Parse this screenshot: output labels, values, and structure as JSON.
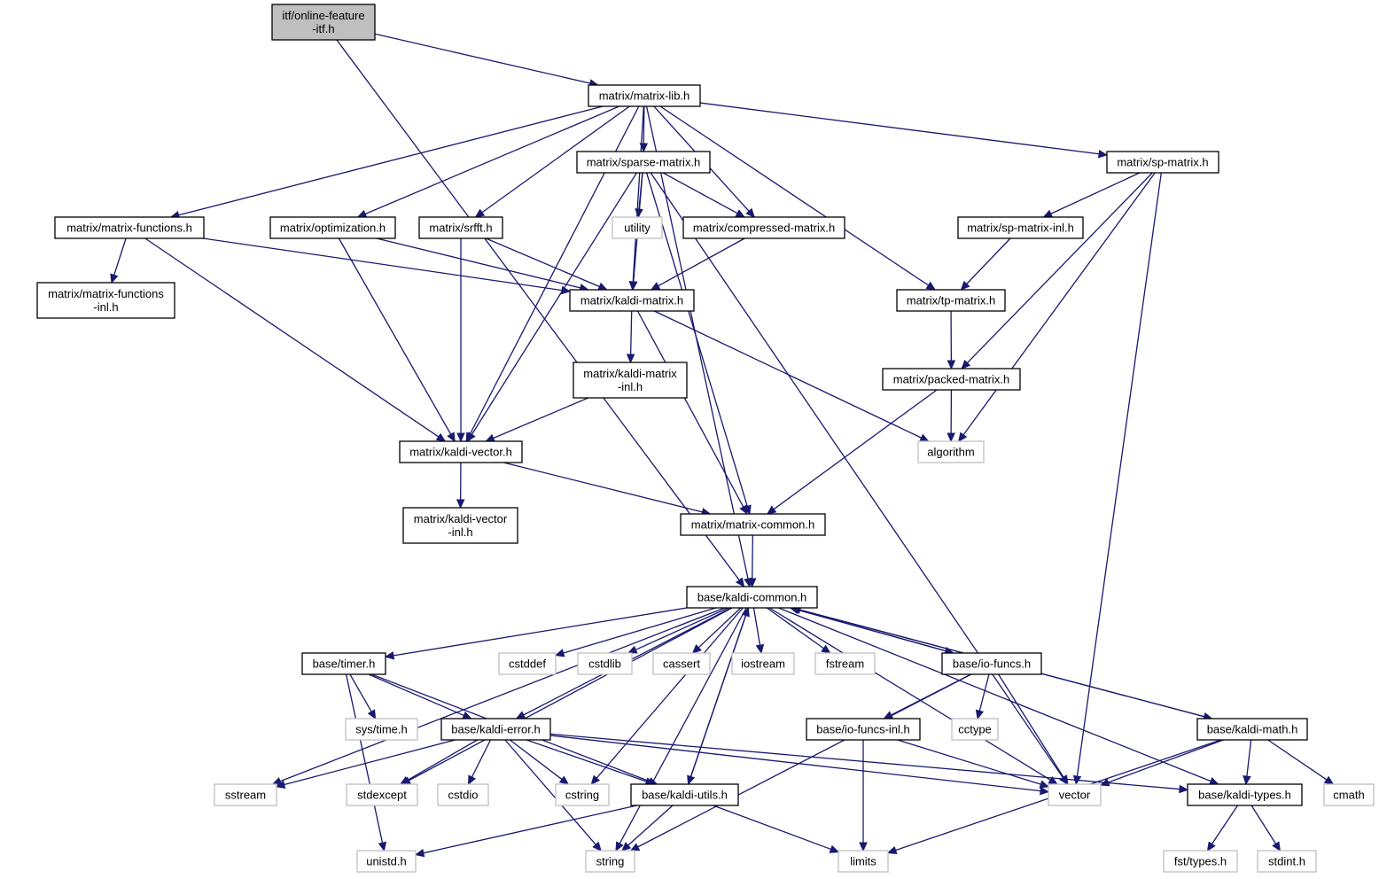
{
  "diagram": {
    "nodes": [
      {
        "id": "online_feature_itf",
        "lines": [
          "itf/online-feature",
          "-itf.h"
        ],
        "kind": "root"
      },
      {
        "id": "matrix_lib",
        "lines": [
          "matrix/matrix-lib.h"
        ],
        "kind": "file"
      },
      {
        "id": "sparse_matrix",
        "lines": [
          "matrix/sparse-matrix.h"
        ],
        "kind": "file"
      },
      {
        "id": "sp_matrix",
        "lines": [
          "matrix/sp-matrix.h"
        ],
        "kind": "file"
      },
      {
        "id": "matrix_functions",
        "lines": [
          "matrix/matrix-functions.h"
        ],
        "kind": "file"
      },
      {
        "id": "optimization",
        "lines": [
          "matrix/optimization.h"
        ],
        "kind": "file"
      },
      {
        "id": "srfft",
        "lines": [
          "matrix/srfft.h"
        ],
        "kind": "file"
      },
      {
        "id": "utility",
        "lines": [
          "utility"
        ],
        "kind": "system"
      },
      {
        "id": "compressed_matrix",
        "lines": [
          "matrix/compressed-matrix.h"
        ],
        "kind": "file"
      },
      {
        "id": "sp_matrix_inl",
        "lines": [
          "matrix/sp-matrix-inl.h"
        ],
        "kind": "file"
      },
      {
        "id": "matrix_functions_inl",
        "lines": [
          "matrix/matrix-functions",
          "-inl.h"
        ],
        "kind": "file"
      },
      {
        "id": "kaldi_matrix",
        "lines": [
          "matrix/kaldi-matrix.h"
        ],
        "kind": "file"
      },
      {
        "id": "tp_matrix",
        "lines": [
          "matrix/tp-matrix.h"
        ],
        "kind": "file"
      },
      {
        "id": "kaldi_matrix_inl",
        "lines": [
          "matrix/kaldi-matrix",
          "-inl.h"
        ],
        "kind": "file"
      },
      {
        "id": "packed_matrix",
        "lines": [
          "matrix/packed-matrix.h"
        ],
        "kind": "file"
      },
      {
        "id": "kaldi_vector",
        "lines": [
          "matrix/kaldi-vector.h"
        ],
        "kind": "file"
      },
      {
        "id": "algorithm",
        "lines": [
          "algorithm"
        ],
        "kind": "system"
      },
      {
        "id": "kaldi_vector_inl",
        "lines": [
          "matrix/kaldi-vector",
          "-inl.h"
        ],
        "kind": "file"
      },
      {
        "id": "matrix_common",
        "lines": [
          "matrix/matrix-common.h"
        ],
        "kind": "file"
      },
      {
        "id": "kaldi_common",
        "lines": [
          "base/kaldi-common.h"
        ],
        "kind": "file"
      },
      {
        "id": "timer",
        "lines": [
          "base/timer.h"
        ],
        "kind": "file"
      },
      {
        "id": "cstddef",
        "lines": [
          "cstddef"
        ],
        "kind": "system"
      },
      {
        "id": "cstdlib",
        "lines": [
          "cstdlib"
        ],
        "kind": "system"
      },
      {
        "id": "cassert",
        "lines": [
          "cassert"
        ],
        "kind": "system"
      },
      {
        "id": "iostream",
        "lines": [
          "iostream"
        ],
        "kind": "system"
      },
      {
        "id": "fstream",
        "lines": [
          "fstream"
        ],
        "kind": "system"
      },
      {
        "id": "io_funcs",
        "lines": [
          "base/io-funcs.h"
        ],
        "kind": "file"
      },
      {
        "id": "sys_time",
        "lines": [
          "sys/time.h"
        ],
        "kind": "system"
      },
      {
        "id": "kaldi_error",
        "lines": [
          "base/kaldi-error.h"
        ],
        "kind": "file"
      },
      {
        "id": "io_funcs_inl",
        "lines": [
          "base/io-funcs-inl.h"
        ],
        "kind": "file"
      },
      {
        "id": "cctype",
        "lines": [
          "cctype"
        ],
        "kind": "system"
      },
      {
        "id": "kaldi_math",
        "lines": [
          "base/kaldi-math.h"
        ],
        "kind": "file"
      },
      {
        "id": "sstream",
        "lines": [
          "sstream"
        ],
        "kind": "system"
      },
      {
        "id": "stdexcept",
        "lines": [
          "stdexcept"
        ],
        "kind": "system"
      },
      {
        "id": "cstdio",
        "lines": [
          "cstdio"
        ],
        "kind": "system"
      },
      {
        "id": "cstring",
        "lines": [
          "cstring"
        ],
        "kind": "system"
      },
      {
        "id": "kaldi_utils",
        "lines": [
          "base/kaldi-utils.h"
        ],
        "kind": "file"
      },
      {
        "id": "vector",
        "lines": [
          "vector"
        ],
        "kind": "system"
      },
      {
        "id": "kaldi_types",
        "lines": [
          "base/kaldi-types.h"
        ],
        "kind": "file"
      },
      {
        "id": "cmath",
        "lines": [
          "cmath"
        ],
        "kind": "system"
      },
      {
        "id": "unistd",
        "lines": [
          "unistd.h"
        ],
        "kind": "system"
      },
      {
        "id": "string",
        "lines": [
          "string"
        ],
        "kind": "system"
      },
      {
        "id": "limits",
        "lines": [
          "limits"
        ],
        "kind": "system"
      },
      {
        "id": "fst_types",
        "lines": [
          "fst/types.h"
        ],
        "kind": "system"
      },
      {
        "id": "stdint",
        "lines": [
          "stdint.h"
        ],
        "kind": "system"
      }
    ],
    "edges": [
      [
        "online_feature_itf",
        "matrix_lib"
      ],
      [
        "online_feature_itf",
        "kaldi_common"
      ],
      [
        "matrix_lib",
        "matrix_functions"
      ],
      [
        "matrix_lib",
        "kaldi_vector"
      ],
      [
        "matrix_lib",
        "optimization"
      ],
      [
        "matrix_lib",
        "srfft"
      ],
      [
        "matrix_lib",
        "sparse_matrix"
      ],
      [
        "matrix_lib",
        "compressed_matrix"
      ],
      [
        "matrix_lib",
        "kaldi_matrix"
      ],
      [
        "matrix_lib",
        "tp_matrix"
      ],
      [
        "matrix_lib",
        "sp_matrix"
      ],
      [
        "matrix_lib",
        "kaldi_common"
      ],
      [
        "sparse_matrix",
        "utility"
      ],
      [
        "sparse_matrix",
        "compressed_matrix"
      ],
      [
        "sparse_matrix",
        "kaldi_matrix"
      ],
      [
        "sparse_matrix",
        "kaldi_vector"
      ],
      [
        "sparse_matrix",
        "matrix_common"
      ],
      [
        "sparse_matrix",
        "vector"
      ],
      [
        "sp_matrix",
        "sp_matrix_inl"
      ],
      [
        "sp_matrix",
        "packed_matrix"
      ],
      [
        "sp_matrix",
        "algorithm"
      ],
      [
        "sp_matrix",
        "vector"
      ],
      [
        "matrix_functions",
        "matrix_functions_inl"
      ],
      [
        "matrix_functions",
        "kaldi_matrix"
      ],
      [
        "matrix_functions",
        "kaldi_vector"
      ],
      [
        "optimization",
        "kaldi_matrix"
      ],
      [
        "optimization",
        "kaldi_vector"
      ],
      [
        "srfft",
        "kaldi_matrix"
      ],
      [
        "srfft",
        "kaldi_vector"
      ],
      [
        "compressed_matrix",
        "kaldi_matrix"
      ],
      [
        "sp_matrix_inl",
        "tp_matrix"
      ],
      [
        "kaldi_matrix",
        "kaldi_matrix_inl"
      ],
      [
        "kaldi_matrix",
        "matrix_common"
      ],
      [
        "kaldi_matrix",
        "algorithm"
      ],
      [
        "tp_matrix",
        "packed_matrix"
      ],
      [
        "kaldi_matrix_inl",
        "kaldi_vector"
      ],
      [
        "packed_matrix",
        "algorithm"
      ],
      [
        "packed_matrix",
        "matrix_common"
      ],
      [
        "kaldi_vector",
        "kaldi_vector_inl"
      ],
      [
        "kaldi_vector",
        "matrix_common"
      ],
      [
        "matrix_common",
        "kaldi_common"
      ],
      [
        "kaldi_common",
        "timer"
      ],
      [
        "kaldi_common",
        "cstddef"
      ],
      [
        "kaldi_common",
        "cstdlib"
      ],
      [
        "kaldi_common",
        "cassert"
      ],
      [
        "kaldi_common",
        "iostream"
      ],
      [
        "kaldi_common",
        "fstream"
      ],
      [
        "kaldi_common",
        "io_funcs"
      ],
      [
        "kaldi_common",
        "kaldi_error"
      ],
      [
        "kaldi_common",
        "kaldi_math"
      ],
      [
        "kaldi_common",
        "sstream"
      ],
      [
        "kaldi_common",
        "stdexcept"
      ],
      [
        "kaldi_common",
        "cstring"
      ],
      [
        "kaldi_common",
        "kaldi_utils"
      ],
      [
        "kaldi_common",
        "vector"
      ],
      [
        "kaldi_common",
        "kaldi_types"
      ],
      [
        "kaldi_common",
        "string"
      ],
      [
        "timer",
        "sys_time"
      ],
      [
        "timer",
        "kaldi_error"
      ],
      [
        "timer",
        "kaldi_utils"
      ],
      [
        "timer",
        "unistd"
      ],
      [
        "io_funcs",
        "kaldi_common"
      ],
      [
        "io_funcs",
        "io_funcs_inl"
      ],
      [
        "io_funcs",
        "cctype"
      ],
      [
        "io_funcs",
        "vector"
      ],
      [
        "io_funcs",
        "string"
      ],
      [
        "kaldi_error",
        "sstream"
      ],
      [
        "kaldi_error",
        "stdexcept"
      ],
      [
        "kaldi_error",
        "cstdio"
      ],
      [
        "kaldi_error",
        "cstring"
      ],
      [
        "kaldi_error",
        "kaldi_utils"
      ],
      [
        "kaldi_error",
        "vector"
      ],
      [
        "kaldi_error",
        "kaldi_types"
      ],
      [
        "kaldi_error",
        "string"
      ],
      [
        "io_funcs_inl",
        "limits"
      ],
      [
        "io_funcs_inl",
        "vector"
      ],
      [
        "kaldi_math",
        "kaldi_common"
      ],
      [
        "kaldi_math",
        "vector"
      ],
      [
        "kaldi_math",
        "kaldi_types"
      ],
      [
        "kaldi_math",
        "cmath"
      ],
      [
        "kaldi_math",
        "limits"
      ],
      [
        "kaldi_utils",
        "kaldi_common"
      ],
      [
        "kaldi_utils",
        "unistd"
      ],
      [
        "kaldi_utils",
        "string"
      ],
      [
        "kaldi_utils",
        "limits"
      ],
      [
        "kaldi_types",
        "fst_types"
      ],
      [
        "kaldi_types",
        "stdint"
      ]
    ]
  }
}
